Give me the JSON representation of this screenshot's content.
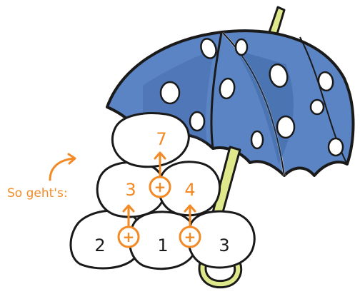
{
  "caption": "So geht's:",
  "colors": {
    "accent": "#f28a26",
    "outline": "#1a1a1a",
    "umbrella_blue": "#5b84c4",
    "umbrella_dark": "#2e5596",
    "handle_yellow": "#dfe88a"
  },
  "pyramid": {
    "top": "7",
    "middle": [
      "3",
      "4"
    ],
    "bottom": [
      "2",
      "1",
      "3"
    ],
    "operator": "+"
  },
  "icons": [
    "umbrella-illustration",
    "curved-arrow-icon",
    "up-arrow-icon",
    "plus-circle-icon"
  ]
}
